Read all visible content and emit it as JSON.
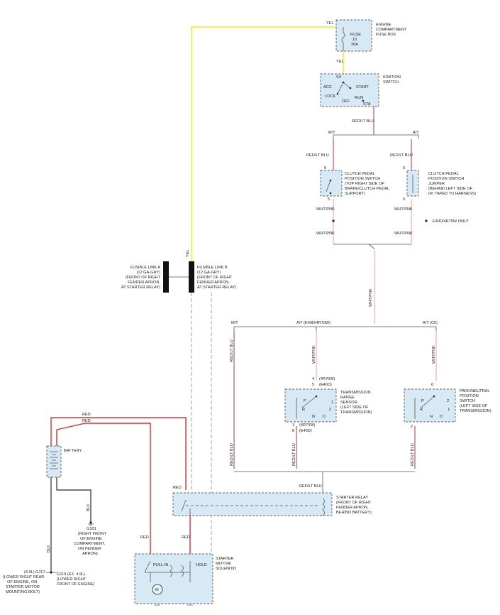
{
  "fuse_box": {
    "wire_in": "YEL",
    "lines": [
      "FUSE",
      "10",
      "20A"
    ],
    "caption": [
      "ENGINE",
      "COMPARTMENT",
      "FUSE BOX"
    ],
    "wire_out": "YEL"
  },
  "ignition": {
    "caption": [
      "IGNITION",
      "SWITCH"
    ],
    "positions": {
      "s4": "S4",
      "acc": "ACC",
      "start": "START",
      "lock": "LOCK",
      "run": "RUN",
      "off": "OFF",
      "sta": "STA"
    },
    "wire_out": "RED/LT BLU"
  },
  "branch_top": {
    "mt": "M/T",
    "at": "A/T"
  },
  "clutch_switch": {
    "wire_in": "RED/LT BLU",
    "pin_top": "6",
    "pin_bottom": "5",
    "caption": [
      "CLUTCH PEDAL",
      "POSITION SWITCH",
      "(TOP RIGHT SIDE OF",
      "BRAKE/CLUTCH PEDAL",
      "SUPPORT)"
    ],
    "wire_out": "WHT/PNK",
    "wire_out2": "WHT/PNK"
  },
  "clutch_jumper": {
    "wire_in": "RED/LT BLU",
    "pin_top": "6",
    "pin_bottom": "5",
    "caption": [
      "CLUTCH PEDAL",
      "POSITION SWITCH",
      "JUMPER",
      "(BEHIND LEFT SIDE OF",
      "I/P, TAPED TO HARNESS)"
    ],
    "wire_out": "WHT/PNK",
    "wire_out2": "WHT/PNK",
    "note": "E40D/4R70W ONLY"
  },
  "fusible_a": {
    "caption": [
      "FUSIBLE LINK A",
      "(12 GA-GRY)",
      "(FRONT OF RIGHT",
      "FENDER APRON,",
      "AT STARTER RELAY)"
    ]
  },
  "fusible_b": {
    "caption": [
      "FUSIBLE LINK B",
      "(12 GA-GRY)",
      "(FRONT OF RIGHT",
      "FENDER APRON,",
      "AT STARTER RELAY)"
    ]
  },
  "yel_vertical": "YEL",
  "wht_pnk_mid": "WHT/PNK",
  "branch_mid": {
    "mt": "M/T",
    "at1": "A/T (E40D/4R70W)",
    "at2": "A/T (C6)"
  },
  "mt_wire": "RED/LT BLU",
  "trs": {
    "wire_in": "WHT/PNK",
    "pins_top": [
      "4",
      "5"
    ],
    "pins_top_note": [
      "(4R70W)",
      "(E40D)"
    ],
    "caption": [
      "TRANSMISSION",
      "RANGE",
      "SENSOR",
      "(LEFT SIDE OF",
      "TRANSMISSION)"
    ],
    "positions": {
      "p": "P",
      "r": "R",
      "n": "N",
      "d": "D",
      "one": "1",
      "two": "2"
    },
    "pins_bottom": [
      "1",
      "8"
    ],
    "pins_bottom_note": [
      "(4R70W)",
      "(E40D)"
    ],
    "wire_out": "RED/LT BLU"
  },
  "pnp": {
    "wire_in": "WHT/PNK",
    "pin_top": "6",
    "caption": [
      "PARK/NEUTRAL",
      "POSITION",
      "SWITCH",
      "(LEFT SIDE OF",
      "TRANSMISSION)"
    ],
    "positions": {
      "p": "P",
      "r": "R",
      "n": "N",
      "d": "D",
      "l": "L",
      "two": "2"
    },
    "pin_bottom": "2",
    "wire_out": "RED/LT BLU"
  },
  "relay_in": "RED/LT BLU",
  "battery": {
    "label": "BATTERY",
    "wire_red1": "RED",
    "wire_red2": "RED"
  },
  "starter_relay": {
    "wire_in": "RED",
    "caption": [
      "STARTER RELAY",
      "(FRONT OF RIGHT",
      "FENDER APRON,",
      "BEHIND BATTERY)"
    ]
  },
  "blk_wire": "BLK",
  "g101": {
    "name": "G101",
    "caption": [
      "(RIGHT FRONT",
      "OF ENGINE",
      "COMPARTMENT,",
      "ON FENDER",
      "APRON)"
    ]
  },
  "blk_wire2": "BLK",
  "g117": {
    "lines": [
      "(4.9L) G117",
      "(LOWER RIGHT REAR",
      "OF ENGINE, ON",
      "STARTER MOTOR",
      "MOUNTING BOLT)"
    ]
  },
  "g119": {
    "lines": [
      "G119 (EX. 4.9L)",
      "(LOWER RIGHT",
      "FRONT OF ENGINE)"
    ]
  },
  "red_solenoid": "RED",
  "red_relay_out": "RED",
  "solenoid": {
    "pull_in": "PULL-IN",
    "hold": "HOLD",
    "motor": "M",
    "caption": [
      "STARTER",
      "MOTOR/",
      "SOLENOID"
    ]
  },
  "colors": {
    "yellow": "#f2ea1a",
    "red": "#d93030",
    "pink": "#f2b8b8",
    "redblue": "#c76e6e",
    "box": "#d6e9f4"
  }
}
